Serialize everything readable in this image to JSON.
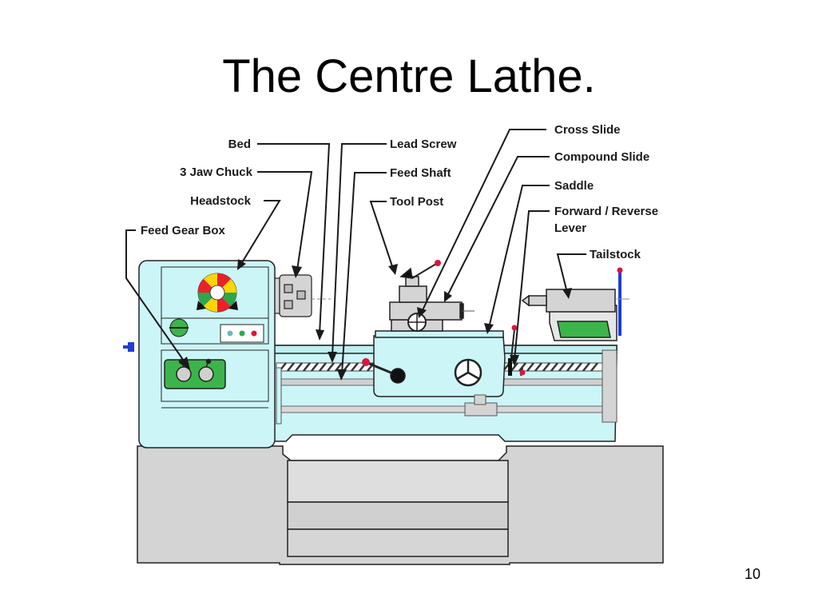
{
  "slide": {
    "title": "The Centre Lathe.",
    "page_number": "10"
  },
  "labels": {
    "bed": "Bed",
    "jaw_chuck": "3 Jaw Chuck",
    "headstock": "Headstock",
    "feed_gear_box": "Feed Gear Box",
    "lead_screw": "Lead Screw",
    "feed_shaft": "Feed Shaft",
    "tool_post": "Tool Post",
    "cross_slide": "Cross Slide",
    "compound_slide": "Compound Slide",
    "saddle": "Saddle",
    "fwd_rev_line1": "Forward / Reverse",
    "fwd_rev_line2": "Lever",
    "tailstock": "Tailstock"
  },
  "colors": {
    "machine_body": "#ccf5f7",
    "base_gray": "#d4d4d4",
    "gear_box_green": "#3bb54a",
    "leader_line": "#1a1a1a",
    "accent_red": "#d8163c",
    "accent_blue": "#1f3fd0"
  }
}
